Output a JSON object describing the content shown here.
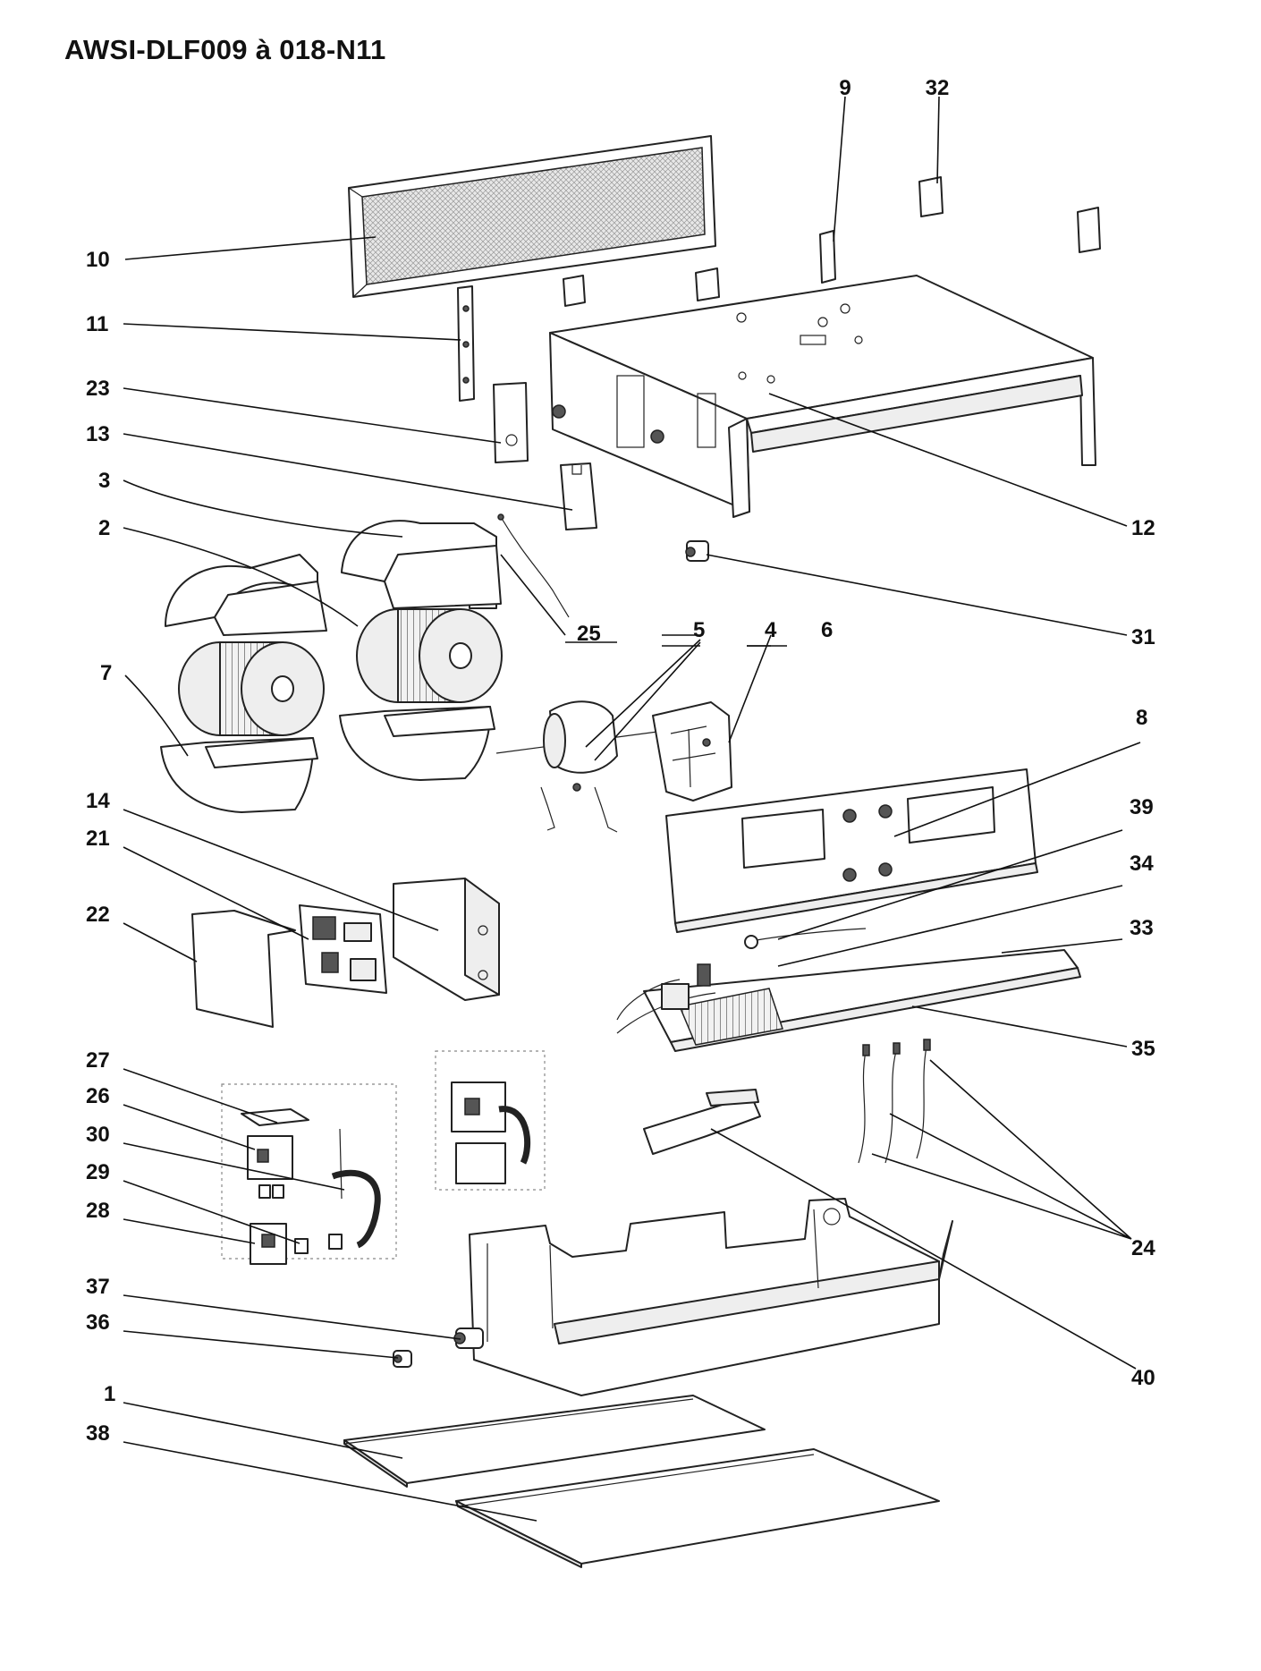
{
  "title": "AWSI-DLF009 à 018-N11",
  "callouts": [
    "9",
    "32",
    "10",
    "11",
    "23",
    "13",
    "3",
    "2",
    "12",
    "31",
    "25",
    "5",
    "4",
    "6",
    "7",
    "8",
    "14",
    "39",
    "21",
    "34",
    "33",
    "22",
    "35",
    "27",
    "26",
    "30",
    "29",
    "28",
    "24",
    "37",
    "36",
    "40",
    "1",
    "38"
  ]
}
